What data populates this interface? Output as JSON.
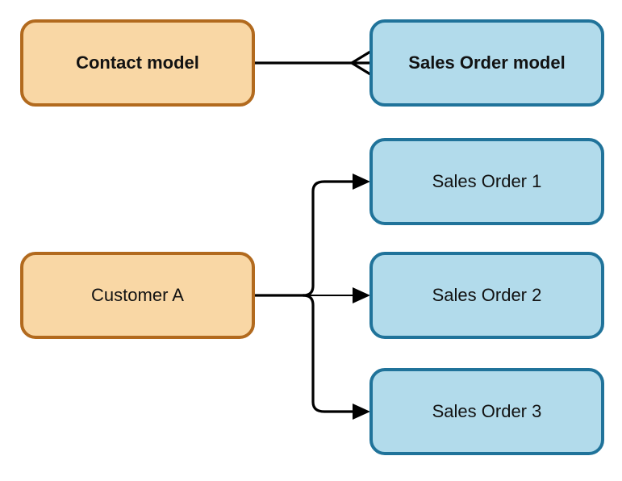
{
  "diagram": {
    "colors": {
      "node_orange_fill": "#F9D7A5",
      "node_orange_border": "#B26A1E",
      "node_blue_fill": "#B2DBEB",
      "node_blue_border": "#20739A",
      "connector": "#000000",
      "text": "#121212"
    },
    "nodes": [
      {
        "id": "contact-model",
        "label": "Contact model",
        "palette": "orange"
      },
      {
        "id": "sales-order-model",
        "label": "Sales Order model",
        "palette": "blue"
      },
      {
        "id": "sales-order-1",
        "label": "Sales Order 1",
        "palette": "blue"
      },
      {
        "id": "customer-a",
        "label": "Customer A",
        "palette": "orange"
      },
      {
        "id": "sales-order-2",
        "label": "Sales Order 2",
        "palette": "blue"
      },
      {
        "id": "sales-order-3",
        "label": "Sales Order 3",
        "palette": "blue"
      }
    ],
    "edges": [
      {
        "from": "Contact model",
        "to": "Sales Order model",
        "marker": "crow-foot-many"
      },
      {
        "from": "Customer A",
        "to": "Sales Order 1",
        "marker": "arrow"
      },
      {
        "from": "Customer A",
        "to": "Sales Order 2",
        "marker": "arrow"
      },
      {
        "from": "Customer A",
        "to": "Sales Order 3",
        "marker": "arrow"
      }
    ]
  }
}
